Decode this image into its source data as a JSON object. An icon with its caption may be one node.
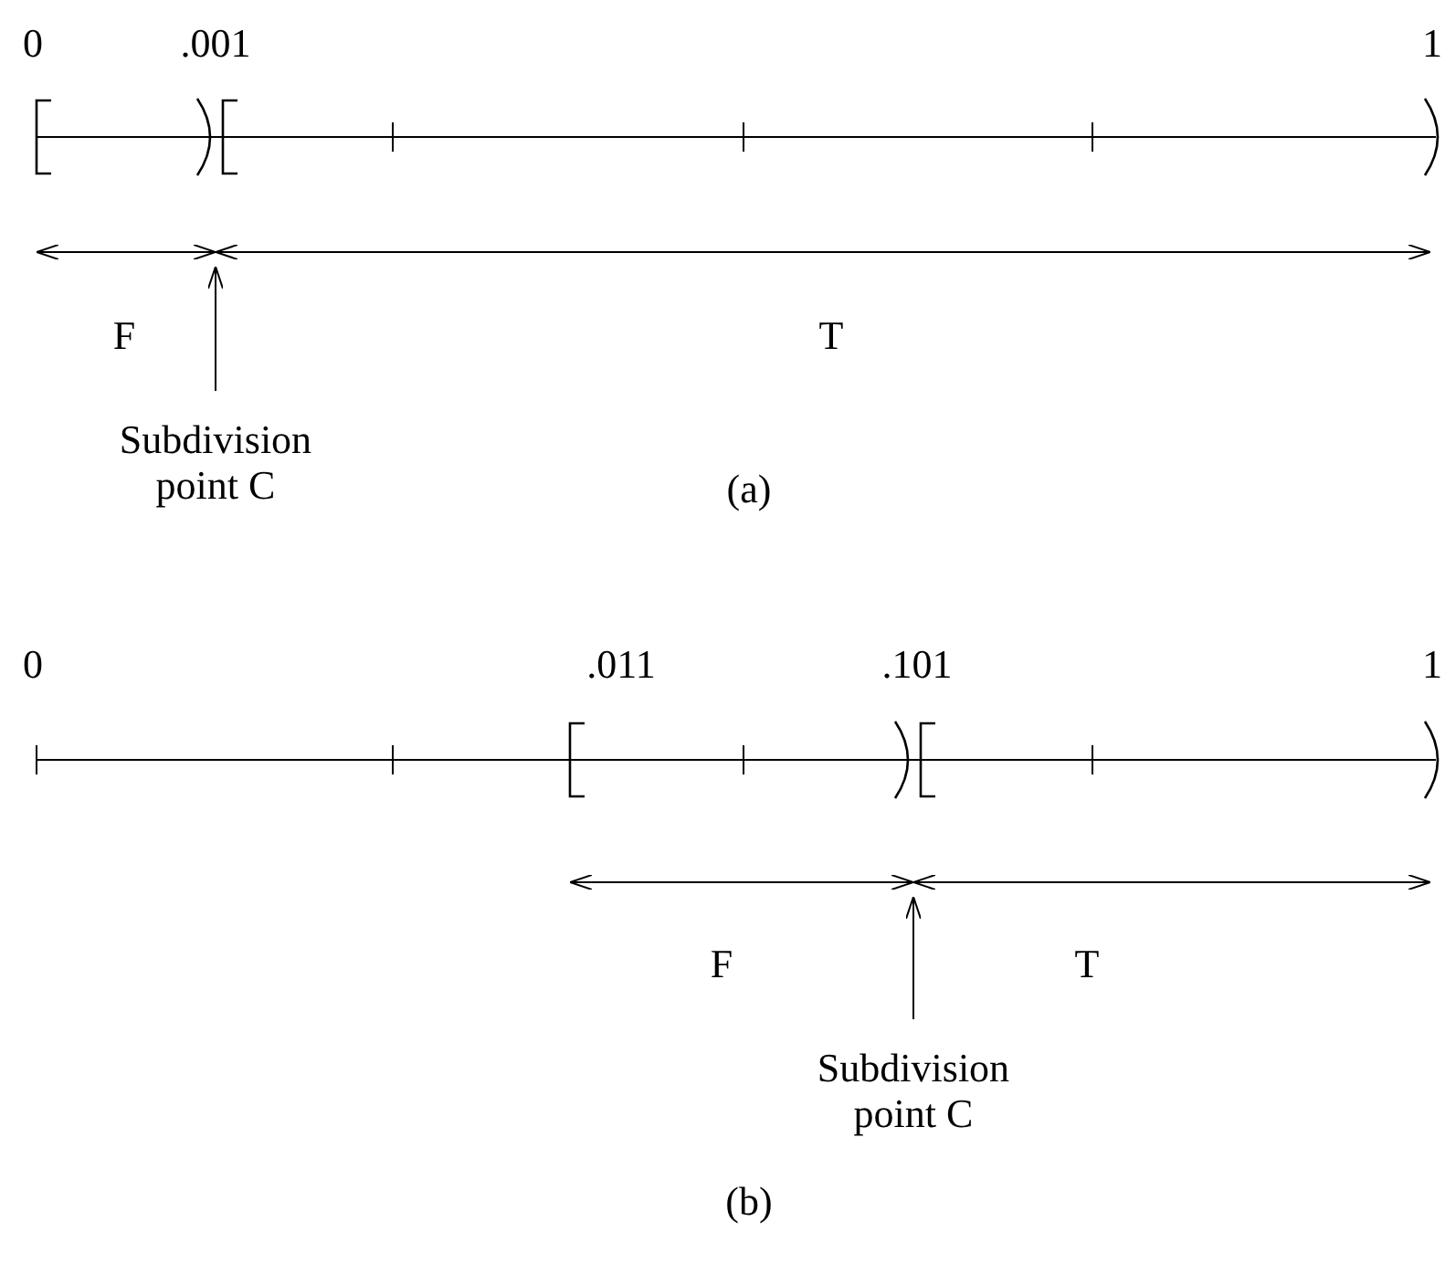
{
  "diagram": {
    "nodes": [
      {
        "text": [
          "Subdivision point C"
        ]
      },
      {
        "text": [
          "Subdivision point C"
        ]
      }
    ],
    "edges": [
      {
        "from": 0,
        "to": null,
        "arrow": "to"
      },
      {
        "from": 1,
        "to": null,
        "arrow": "to"
      }
    ],
    "labels": [
      "0",
      ".001",
      "1",
      "F",
      "T",
      "(a)",
      "0",
      ".011",
      ".101",
      "1",
      "F",
      "T",
      "(b)"
    ]
  }
}
